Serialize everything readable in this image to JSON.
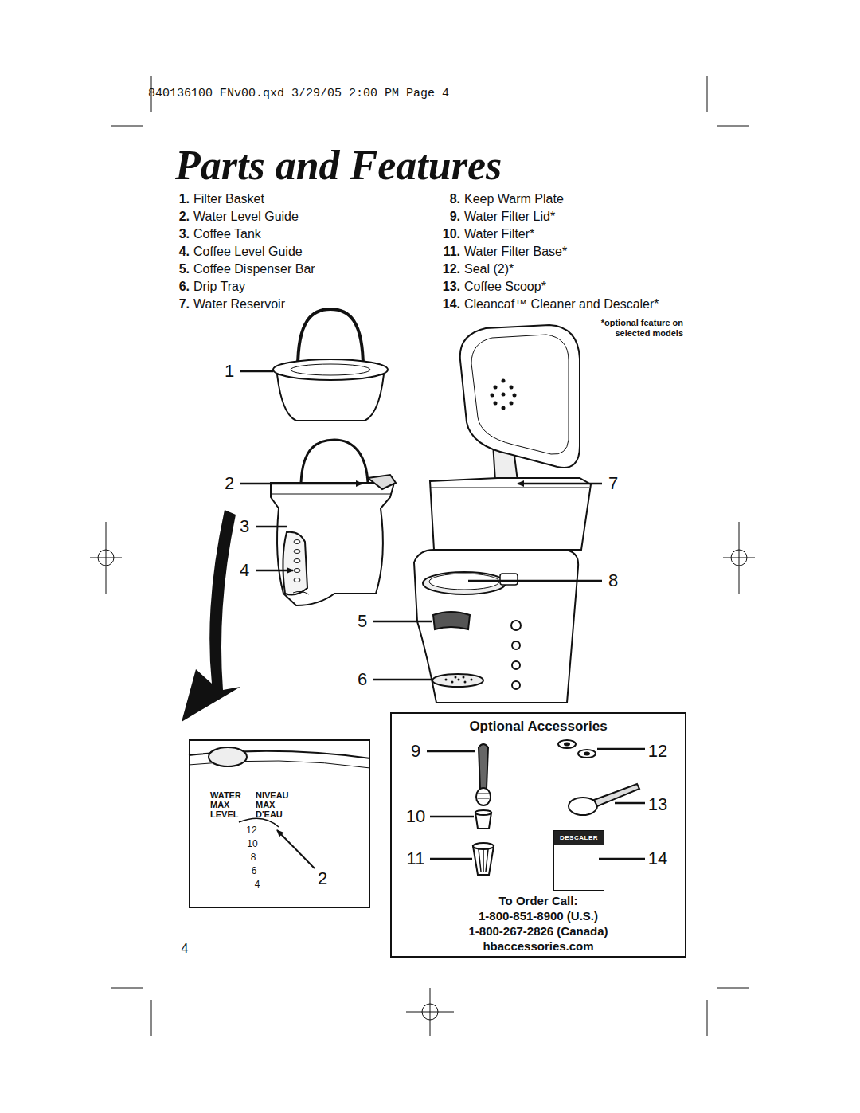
{
  "diagram": {
    "title": "Parts and Features",
    "nodes": [
      {
        "text": [
          "WATER MAX LEVEL",
          "NIVEAU MAX D'EAU",
          "12",
          "10",
          "8",
          "6",
          "4"
        ]
      },
      {
        "text": [
          "Optional Accessories",
          "To Order Call:",
          "1-800-851-8900 (U.S.)",
          "1-800-267-2826 (Canada)",
          "hbaccessories.com"
        ]
      },
      {
        "text": [
          "DESCALER"
        ],
        "in": 1
      }
    ],
    "labels": [
      "840136100 ENv00.qxd 3/29/05 2:00 PM Page 4",
      "1.",
      "Filter Basket",
      "2.",
      "Water Level Guide",
      "3.",
      "Coffee Tank",
      "4.",
      "Coffee Level Guide",
      "5.",
      "Coffee Dispenser Bar",
      "6.",
      "Drip Tray",
      "7.",
      "Water Reservoir",
      "8.",
      "Keep Warm Plate",
      "9.",
      "Water Filter Lid*",
      "10.",
      "Water Filter*",
      "11.",
      "Water Filter Base*",
      "12.",
      "Seal (2)*",
      "13.",
      "Coffee Scoop*",
      "14.",
      "Cleancaf™ Cleaner and Descaler*",
      "*optional feature on selected models",
      "1",
      "2",
      "3",
      "4",
      "5",
      "6",
      "7",
      "8",
      "2",
      "9",
      "10",
      "11",
      "12",
      "13",
      "14",
      "4"
    ]
  }
}
